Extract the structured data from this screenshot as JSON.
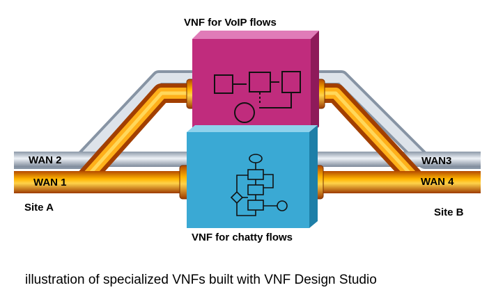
{
  "labels": {
    "vnf_voip": "VNF for VoIP flows",
    "vnf_chatty": "VNF for chatty flows",
    "wan2": "WAN 2",
    "wan1": "WAN 1",
    "wan3": "WAN3",
    "wan4": "WAN 4",
    "site_a": "Site A",
    "site_b": "Site B"
  },
  "caption": "illustration of specialized VNFs built with VNF Design Studio",
  "colors": {
    "voip_box_front": "#c02c7d",
    "voip_box_top": "#d95aa3",
    "chatty_box_front": "#3aa9d4",
    "chatty_box_top": "#6cc3e4",
    "orange_pipe": "#e07a10",
    "silver_pipe": "#b9c3cf"
  }
}
